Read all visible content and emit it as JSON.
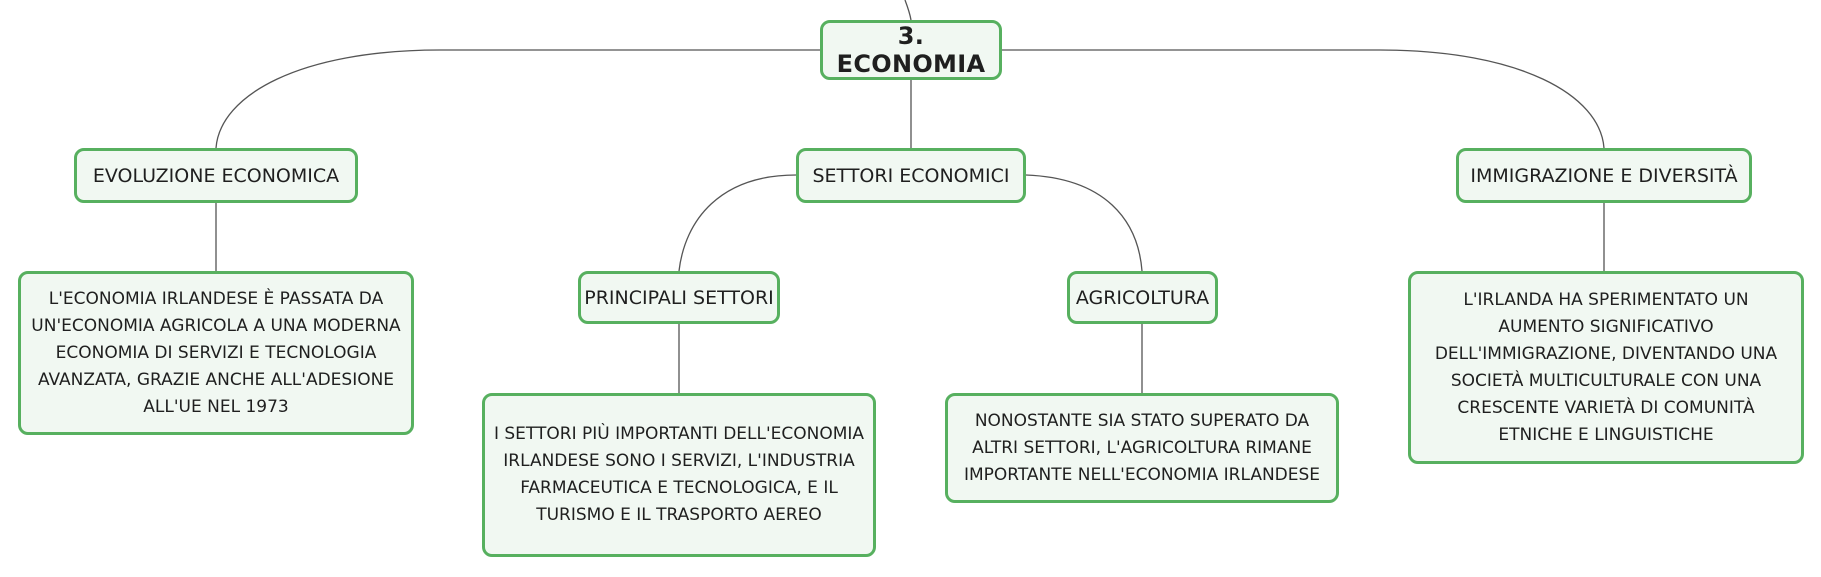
{
  "root": {
    "title": "3. ECONOMIA"
  },
  "branches": {
    "evoluzione": {
      "label": "EVOLUZIONE ECONOMICA",
      "detail": "L'ECONOMIA IRLANDESE È PASSATA DA UN'ECONOMIA AGRICOLA A UNA MODERNA ECONOMIA DI SERVIZI E TECNOLOGIA AVANZATA, GRAZIE ANCHE ALL'ADESIONE ALL'UE NEL 1973"
    },
    "settori": {
      "label": "SETTORI ECONOMICI",
      "principali": {
        "label": "PRINCIPALI SETTORI",
        "detail": "I SETTORI PIÙ IMPORTANTI DELL'ECONOMIA IRLANDESE SONO I SERVIZI, L'INDUSTRIA FARMACEUTICA E TECNOLOGICA, E IL TURISMO E IL TRASPORTO AEREO"
      },
      "agricoltura": {
        "label": "AGRICOLTURA",
        "detail": "NONOSTANTE SIA STATO SUPERATO DA ALTRI SETTORI, L'AGRICOLTURA RIMANE IMPORTANTE NELL'ECONOMIA IRLANDESE"
      }
    },
    "immigrazione": {
      "label": "IMMIGRAZIONE E DIVERSITÀ",
      "detail": "L'IRLANDA HA SPERIMENTATO UN AUMENTO SIGNIFICATIVO DELL'IMMIGRAZIONE, DIVENTANDO UNA SOCIETÀ MULTICULTURALE CON UNA CRESCENTE VARIETÀ DI COMUNITÀ ETNICHE E LINGUISTICHE"
    }
  },
  "colors": {
    "border": "#57b05f",
    "fill": "#f1f8f2",
    "line": "#555555"
  }
}
